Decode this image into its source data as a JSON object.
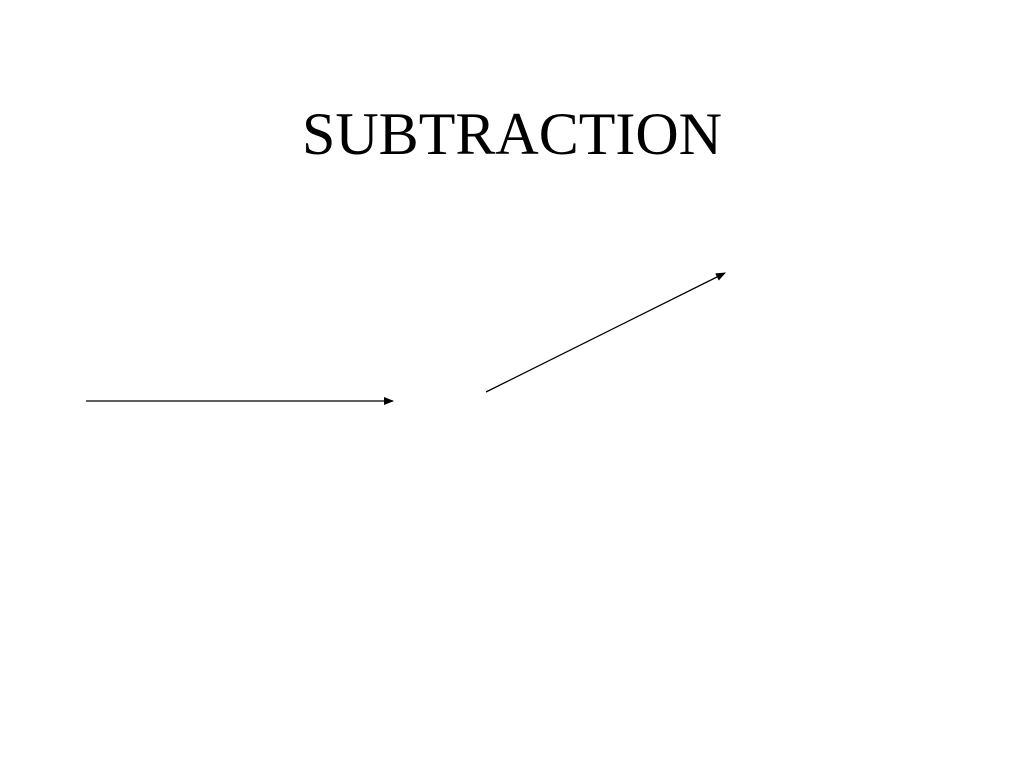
{
  "slide": {
    "title": "SUBTRACTION"
  },
  "diagram": {
    "vectors": [
      {
        "name": "vector-a-arrow",
        "direction": "horizontal-right",
        "color": "#000000"
      },
      {
        "name": "vector-b-arrow",
        "direction": "diagonal-up-right",
        "color": "#000000"
      }
    ]
  }
}
